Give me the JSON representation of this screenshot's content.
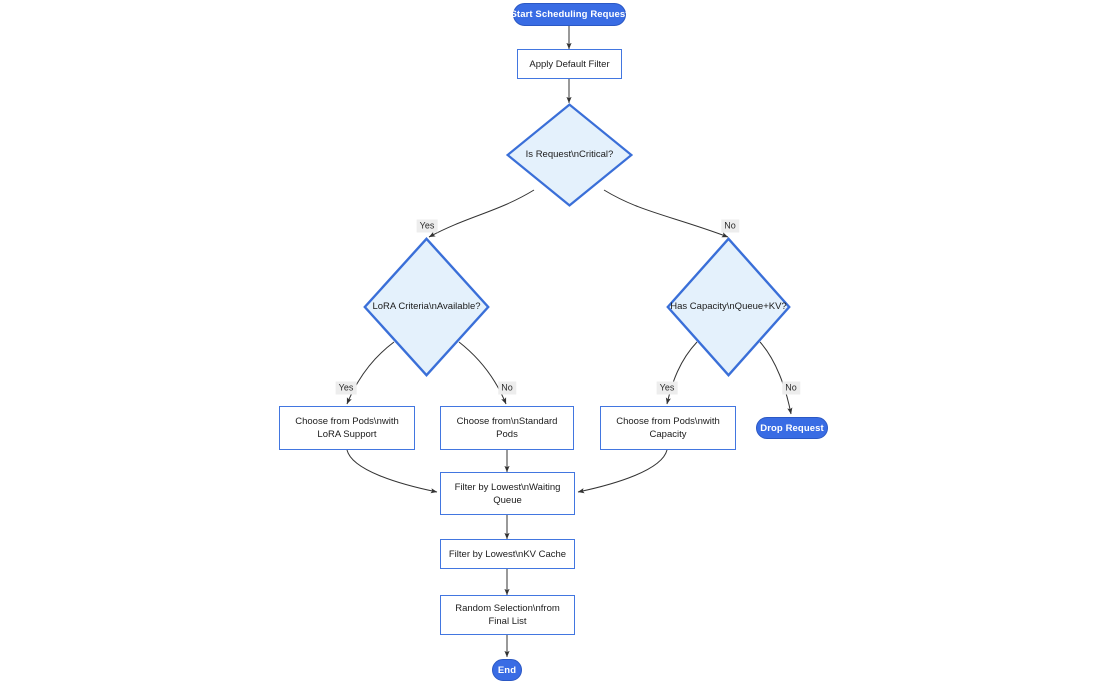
{
  "diagram": {
    "type": "flowchart",
    "direction": "top-down",
    "title": "Start Scheduling Request",
    "colors": {
      "terminal_fill": "#396ce4",
      "terminal_text": "#ffffff",
      "process_fill": "#ffffff",
      "process_border": "#4276e0",
      "decision_fill": "#e4f1fc",
      "decision_border": "#3a6fd8",
      "edge_stroke": "#333333",
      "edge_label_bg": "#ededed",
      "text": "#1b1b1b"
    },
    "nodes": [
      {
        "id": "start",
        "shape": "stadium",
        "label": "Start Scheduling Request"
      },
      {
        "id": "apply_filter",
        "shape": "rect",
        "label": "Apply Default Filter"
      },
      {
        "id": "is_critical",
        "shape": "diamond",
        "label": "Is Request\\nCritical?"
      },
      {
        "id": "lora_criteria",
        "shape": "diamond",
        "label": "LoRA Criteria\\nAvailable?"
      },
      {
        "id": "has_capacity",
        "shape": "diamond",
        "label": "Has Capacity\\nQueue+KV?"
      },
      {
        "id": "choose_lora",
        "shape": "rect",
        "label": "Choose from Pods\\nwith LoRA Support",
        "lines": [
          "Choose from Pods\\nwith",
          "LoRA Support"
        ]
      },
      {
        "id": "choose_standard",
        "shape": "rect",
        "label": "Choose from\\nStandard Pods",
        "lines": [
          "Choose from\\nStandard",
          "Pods"
        ]
      },
      {
        "id": "choose_capacity",
        "shape": "rect",
        "label": "Choose from Pods\\nwith Capacity",
        "lines": [
          "Choose from Pods\\nwith",
          "Capacity"
        ]
      },
      {
        "id": "drop_request",
        "shape": "stadium",
        "label": "Drop Request"
      },
      {
        "id": "filter_queue",
        "shape": "rect",
        "label": "Filter by Lowest\\nWaiting Queue",
        "lines": [
          "Filter by Lowest\\nWaiting",
          "Queue"
        ]
      },
      {
        "id": "filter_kv",
        "shape": "rect",
        "label": "Filter by Lowest\\nKV Cache",
        "lines": [
          "Filter by Lowest\\nKV Cache"
        ]
      },
      {
        "id": "random_select",
        "shape": "rect",
        "label": "Random Selection\\nfrom Final List",
        "lines": [
          "Random Selection\\nfrom",
          "Final List"
        ]
      },
      {
        "id": "end",
        "shape": "stadium",
        "label": "End"
      }
    ],
    "edges": [
      {
        "from": "start",
        "to": "apply_filter",
        "label": ""
      },
      {
        "from": "apply_filter",
        "to": "is_critical",
        "label": ""
      },
      {
        "from": "is_critical",
        "to": "lora_criteria",
        "label": "Yes"
      },
      {
        "from": "is_critical",
        "to": "has_capacity",
        "label": "No"
      },
      {
        "from": "lora_criteria",
        "to": "choose_lora",
        "label": "Yes"
      },
      {
        "from": "lora_criteria",
        "to": "choose_standard",
        "label": "No"
      },
      {
        "from": "has_capacity",
        "to": "choose_capacity",
        "label": "Yes"
      },
      {
        "from": "has_capacity",
        "to": "drop_request",
        "label": "No"
      },
      {
        "from": "choose_lora",
        "to": "filter_queue",
        "label": ""
      },
      {
        "from": "choose_standard",
        "to": "filter_queue",
        "label": ""
      },
      {
        "from": "choose_capacity",
        "to": "filter_queue",
        "label": ""
      },
      {
        "from": "filter_queue",
        "to": "filter_kv",
        "label": ""
      },
      {
        "from": "filter_kv",
        "to": "random_select",
        "label": ""
      },
      {
        "from": "random_select",
        "to": "end",
        "label": ""
      }
    ],
    "edge_labels": [
      {
        "id": "lbl_crit_yes",
        "text": "Yes"
      },
      {
        "id": "lbl_crit_no",
        "text": "No"
      },
      {
        "id": "lbl_lora_yes",
        "text": "Yes"
      },
      {
        "id": "lbl_lora_no",
        "text": "No"
      },
      {
        "id": "lbl_cap_yes",
        "text": "Yes"
      },
      {
        "id": "lbl_cap_no",
        "text": "No"
      }
    ]
  }
}
